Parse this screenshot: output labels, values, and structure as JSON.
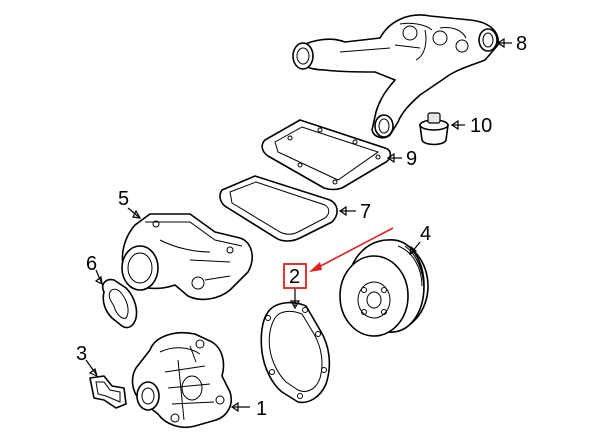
{
  "callouts": [
    {
      "id": "1",
      "label": "1"
    },
    {
      "id": "2",
      "label": "2",
      "highlighted": true
    },
    {
      "id": "3",
      "label": "3"
    },
    {
      "id": "4",
      "label": "4"
    },
    {
      "id": "5",
      "label": "5"
    },
    {
      "id": "6",
      "label": "6"
    },
    {
      "id": "7",
      "label": "7"
    },
    {
      "id": "8",
      "label": "8"
    },
    {
      "id": "9",
      "label": "9"
    },
    {
      "id": "10",
      "label": "10"
    }
  ],
  "parts": [
    {
      "name": "water-pump",
      "callout": "1"
    },
    {
      "name": "water-pump-gasket",
      "callout": "2"
    },
    {
      "name": "small-bracket-gasket",
      "callout": "3"
    },
    {
      "name": "pulley",
      "callout": "4"
    },
    {
      "name": "thermostat-housing",
      "callout": "5"
    },
    {
      "name": "o-ring",
      "callout": "6"
    },
    {
      "name": "housing-gasket",
      "callout": "7"
    },
    {
      "name": "coolant-manifold",
      "callout": "8"
    },
    {
      "name": "manifold-gasket",
      "callout": "9"
    },
    {
      "name": "thermostat",
      "callout": "10"
    }
  ],
  "colors": {
    "highlight": "#e02020",
    "line": "#000000",
    "background": "#ffffff"
  }
}
